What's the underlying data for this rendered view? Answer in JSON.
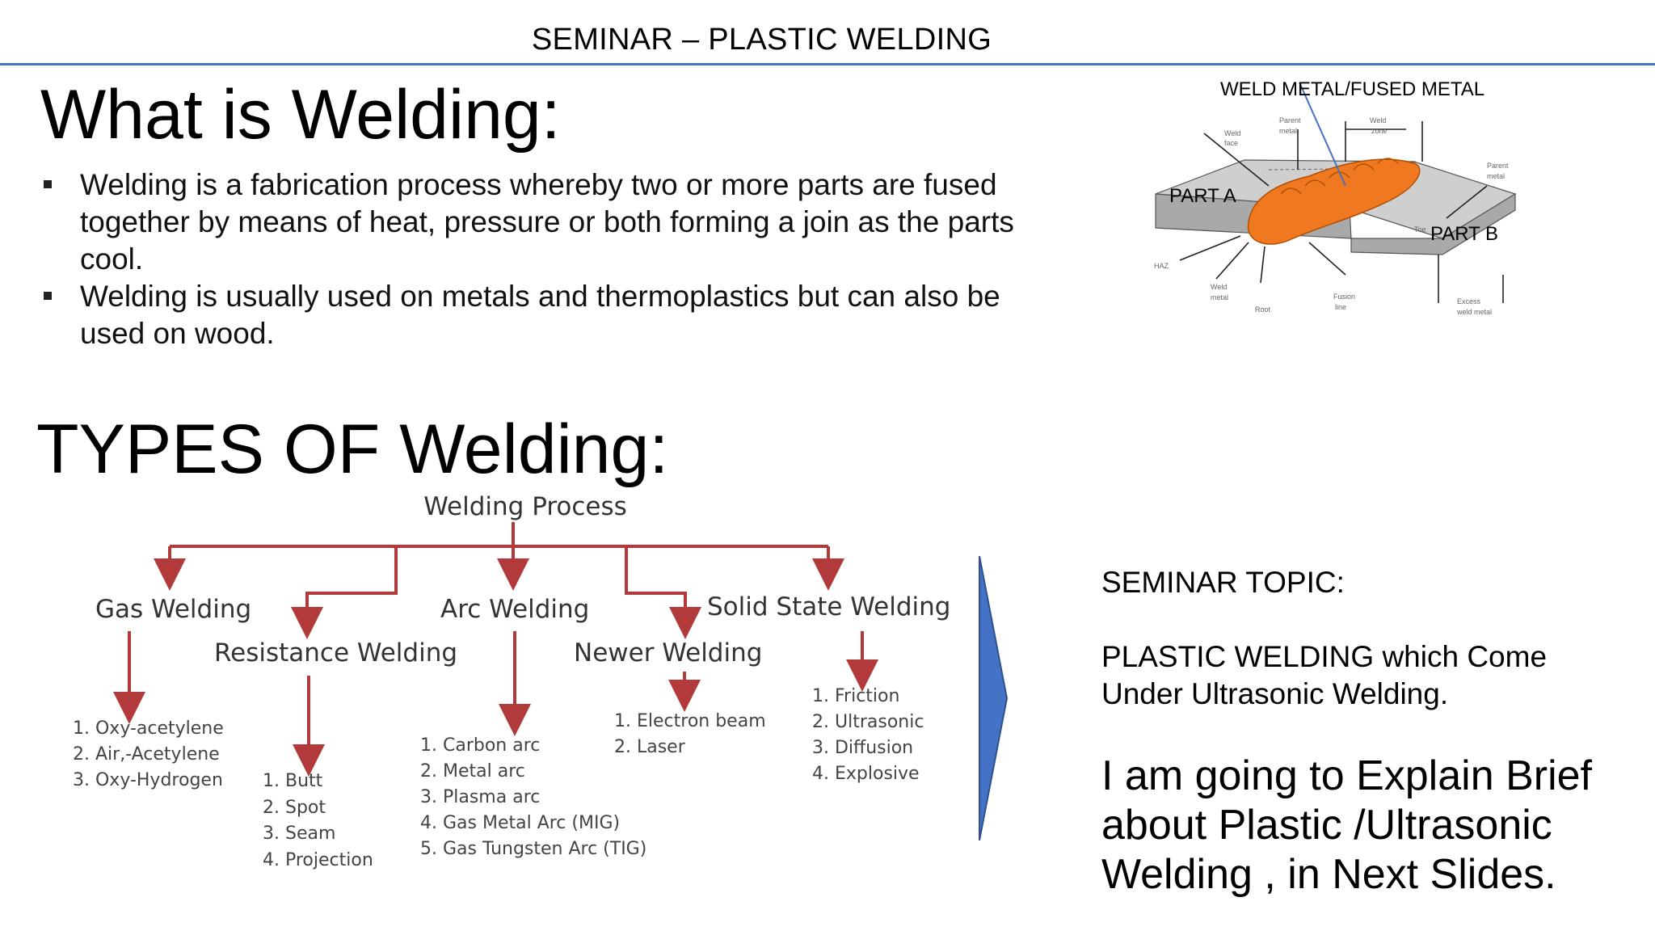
{
  "header": {
    "title": "SEMINAR – PLASTIC WELDING"
  },
  "section1": {
    "title": "What is Welding:",
    "bullets": [
      {
        "lines": [
          "Welding is a fabrication process whereby two or more parts are fused",
          "together by means of heat, pressure or both forming a join as the parts",
          "cool."
        ]
      },
      {
        "lines": [
          "Welding is usually used on metals and thermoplastics but can also be",
          "used on wood."
        ]
      }
    ]
  },
  "joint_diagram": {
    "top_label": "WELD METAL/FUSED METAL",
    "part_a": "PART A",
    "part_b": "PART B",
    "small_labels": {
      "weld_face": [
        "Weld",
        "face"
      ],
      "parent_metal_top": [
        "Parent",
        "metal"
      ],
      "weld_zone": [
        "Weld",
        "zone"
      ],
      "parent_metal_right": [
        "Parent",
        "metal"
      ],
      "toe": "Toe",
      "haz": "HAZ",
      "weld_metal": [
        "Weld",
        "metal"
      ],
      "root": "Root",
      "fusion_line": [
        "Fusion",
        "line"
      ],
      "excess_weld_metal": [
        "Excess",
        "weld metal"
      ]
    },
    "colors": {
      "weld": "#f07820",
      "plate_top": "#c9c9c9",
      "plate_side": "#a8a8a8",
      "pointer": "#4472c4"
    }
  },
  "section2": {
    "title": "TYPES OF Welding:"
  },
  "process_tree": {
    "root": "Welding Process",
    "branches": [
      {
        "name": "Gas Welding",
        "items": [
          "1.  Oxy-acetylene",
          "2.  Air,-Acetylene",
          "3.  Oxy-Hydrogen"
        ]
      },
      {
        "name": "Resistance Welding",
        "items": [
          "1.  Butt",
          "2.  Spot",
          "3.  Seam",
          "4.  Projection"
        ]
      },
      {
        "name": "Arc Welding",
        "items": [
          "1.  Carbon arc",
          "2.  Metal arc",
          "3.  Plasma arc",
          "4.  Gas Metal Arc (MIG)",
          "5.  Gas Tungsten Arc (TIG)"
        ]
      },
      {
        "name": "Newer Welding",
        "items": [
          "1.  Electron beam",
          "2.  Laser"
        ]
      },
      {
        "name": "Solid State Welding",
        "items": [
          "1.  Friction",
          "2.  Ultrasonic",
          "3.  Diffusion",
          "4.  Explosive"
        ]
      }
    ],
    "colors": {
      "connector": "#b33a3a",
      "text": "#333333"
    }
  },
  "chevron": {
    "color": "#4472c4"
  },
  "topic": {
    "heading": "SEMINAR TOPIC:",
    "lines": [
      "PLASTIC WELDING which Come",
      "Under Ultrasonic Welding."
    ]
  },
  "explain": {
    "lines": [
      "I am going to Explain Brief",
      "about Plastic /Ultrasonic",
      "Welding , in Next Slides."
    ]
  }
}
